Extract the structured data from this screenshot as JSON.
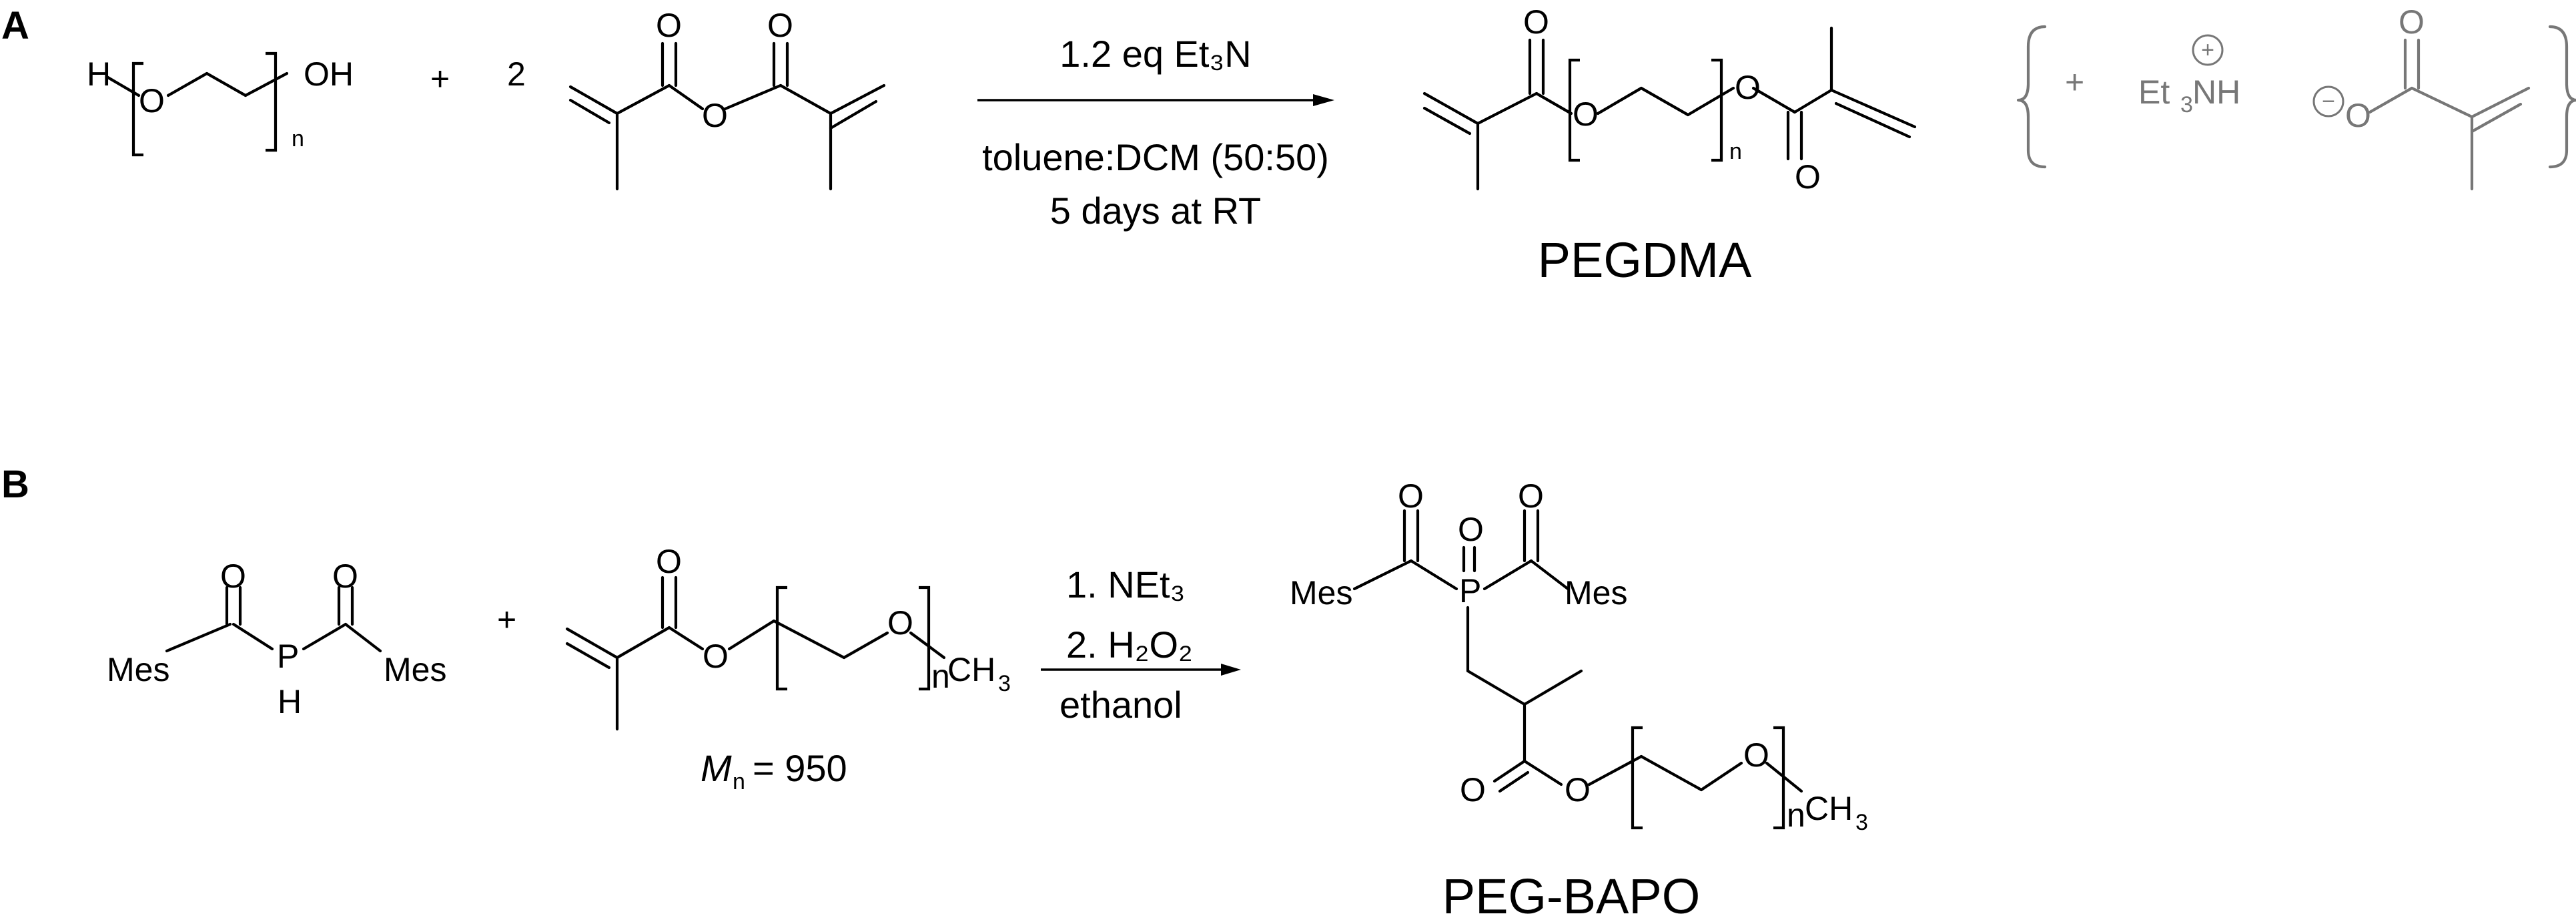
{
  "panels": {
    "a": "A",
    "b": "B"
  },
  "scheme_a": {
    "peg": {
      "h": "H",
      "o": "O",
      "oh": "OH",
      "n": "n"
    },
    "plus": "+",
    "coefficient": "2",
    "anhydride": {
      "o_top_left": "O",
      "o_top_right": "O",
      "o_bridge": "O"
    },
    "conditions": {
      "above": "1.2 eq Et₃N",
      "below_line1": "toluene:DCM (50:50)",
      "below_line2": "5 days at RT"
    },
    "product": {
      "o_carbonyl_left": "O",
      "o_chain": "O",
      "o_ester": "O",
      "o_carbonyl_right": "O",
      "n": "n"
    },
    "product_name": "PEGDMA",
    "byproducts": {
      "plus": "+",
      "cation_et": "Et",
      "cation_sub": "3",
      "cation_nh": "NH",
      "cation_charge": "+",
      "anion_charge": "−",
      "anion_o": "O",
      "anion_carbonyl_o": "O"
    }
  },
  "scheme_b": {
    "phosphine": {
      "o_left": "O",
      "o_right": "O",
      "mes_left": "Mes",
      "mes_right": "Mes",
      "p": "P",
      "h": "H"
    },
    "plus": "+",
    "acrylate": {
      "o_carbonyl": "O",
      "o_ester": "O",
      "o_chain": "O",
      "n": "n",
      "ch": "CH",
      "ch_sub": "3"
    },
    "mn_label": "M",
    "mn_sub": "n",
    "mn_value": "= 950",
    "conditions": {
      "step1": "1. NEt₃",
      "step2": "2. H₂O₂",
      "solvent": "ethanol"
    },
    "product": {
      "o_left": "O",
      "o_center": "O",
      "o_right": "O",
      "mes_left": "Mes",
      "mes_right": "Mes",
      "p": "P",
      "o_carbonyl": "O",
      "o_ester": "O",
      "o_chain": "O",
      "n": "n",
      "ch": "CH",
      "ch_sub": "3"
    },
    "product_name": "PEG-BAPO"
  },
  "colors": {
    "main": "#000000",
    "byproduct": "#777777"
  }
}
